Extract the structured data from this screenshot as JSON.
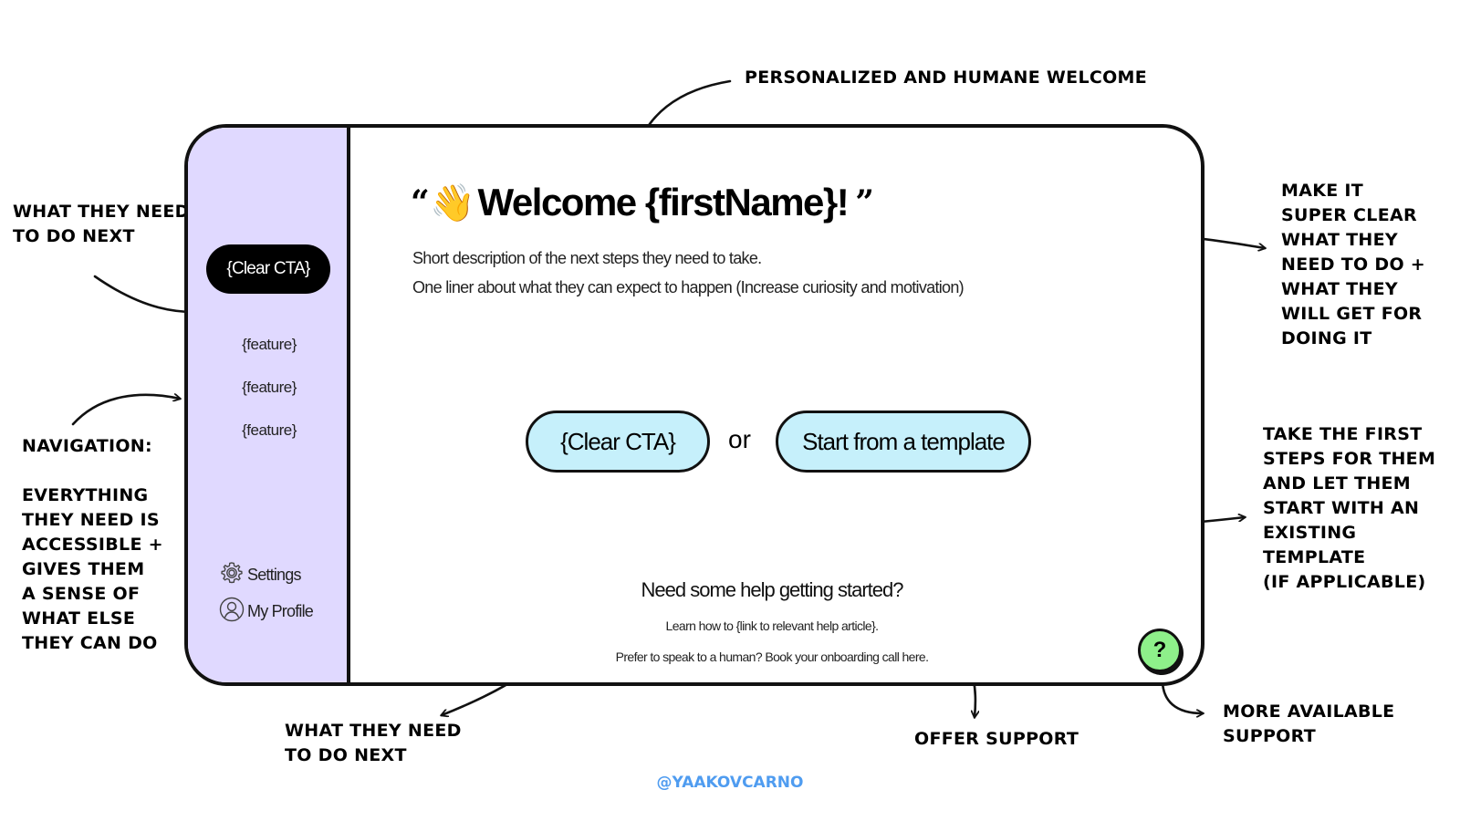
{
  "annotations": {
    "top": [
      "PERSONALIZED AND HUMANE WELCOME"
    ],
    "left_top": [
      "WHAT THEY NEED",
      "TO DO NEXT"
    ],
    "left_nav_title": [
      "NAVIGATION:"
    ],
    "left_nav_body": [
      "EVERYTHING",
      "THEY NEED IS",
      "ACCESSIBLE +",
      "GIVES THEM",
      "A SENSE OF",
      "WHAT ELSE",
      "THEY CAN DO"
    ],
    "right_top": [
      "MAKE IT",
      "SUPER CLEAR",
      "WHAT THEY",
      "NEED TO DO +",
      "WHAT THEY",
      "WILL GET FOR",
      "DOING IT"
    ],
    "right_mid": [
      "TAKE THE FIRST",
      "STEPS FOR THEM",
      "AND LET THEM",
      "START WITH AN",
      "EXISTING",
      "TEMPLATE",
      "(IF APPLICABLE)"
    ],
    "bottom_left": [
      "WHAT THEY NEED",
      "TO DO NEXT"
    ],
    "bottom_mid": [
      "OFFER SUPPORT"
    ],
    "bottom_right": [
      "MORE AVAILABLE",
      "SUPPORT"
    ]
  },
  "sidebar": {
    "cta_label": "{Clear CTA}",
    "features": [
      "{feature}",
      "{feature}",
      "{feature}"
    ],
    "settings_label": "Settings",
    "profile_label": "My Profile"
  },
  "main": {
    "open_quote": "“",
    "wave_emoji": "👋",
    "welcome_text": "Welcome {firstName}!",
    "close_quote": "”",
    "description": "Short description of the next steps they need to take.",
    "one_liner": "One liner about what they can expect to happen (Increase curiosity and motivation)",
    "cta_label": "{Clear CTA}",
    "or_label": "or",
    "template_label": "Start from a template",
    "help_title": "Need some help getting started?",
    "help_link_line": "Learn how to {link to relevant help article}.",
    "help_call_line": "Prefer to speak to a human? Book your onboarding call here.",
    "help_button_label": "?"
  },
  "footer": {
    "handle": "@YAAKOVCARNO"
  },
  "colors": {
    "sidebar_bg": "#e0d9ff",
    "cta_pill_bg": "#c6f0fb",
    "help_button_bg": "#8ef08a",
    "handle_color": "#4f9cf0",
    "outline": "#111111"
  },
  "icons": {
    "settings": "gear-icon",
    "profile": "user-circle-icon",
    "wave": "waving-hand-icon"
  }
}
